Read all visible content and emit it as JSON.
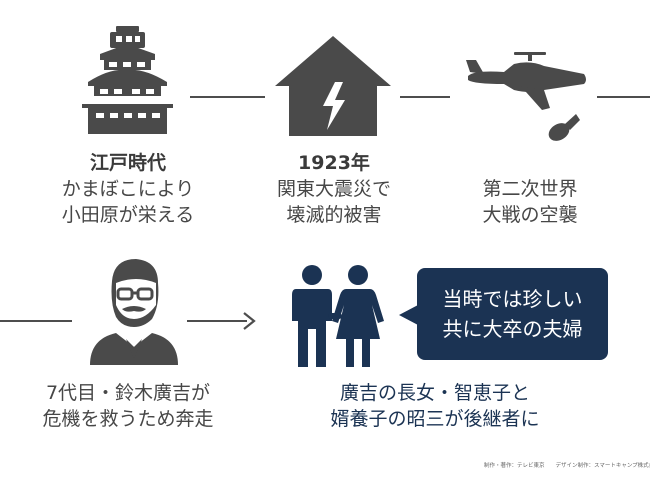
{
  "nodes": [
    {
      "title": "江戸時代",
      "lines": [
        "かまぼこにより",
        "小田原が栄える"
      ],
      "icon": "castle-icon"
    },
    {
      "title": "1923年",
      "lines": [
        "関東大震災で",
        "壊滅的被害"
      ],
      "icon": "damaged-house-icon"
    },
    {
      "title": "",
      "lines": [
        "第二次世界",
        "大戦の空襲"
      ],
      "icon": "bomber-plane-icon"
    },
    {
      "title": "",
      "lines": [
        "7代目・鈴木廣吉が",
        "危機を救うため奔走"
      ],
      "icon": "man-with-glasses-icon"
    },
    {
      "title": "",
      "lines": [
        "廣吉の長女・智恵子と",
        "婿養子の昭三が後継者に"
      ],
      "icon": "couple-icon"
    }
  ],
  "bubble": {
    "lines": [
      "当時では珍しい",
      "共に大卒の夫婦"
    ]
  },
  "credit": "制作・著作：テレビ東京　　デザイン制作：スマートキャンプ株式会社",
  "colors": {
    "icon_gray": "#4a4a4a",
    "navy": "#1b3353",
    "text_gray": "#474747"
  }
}
